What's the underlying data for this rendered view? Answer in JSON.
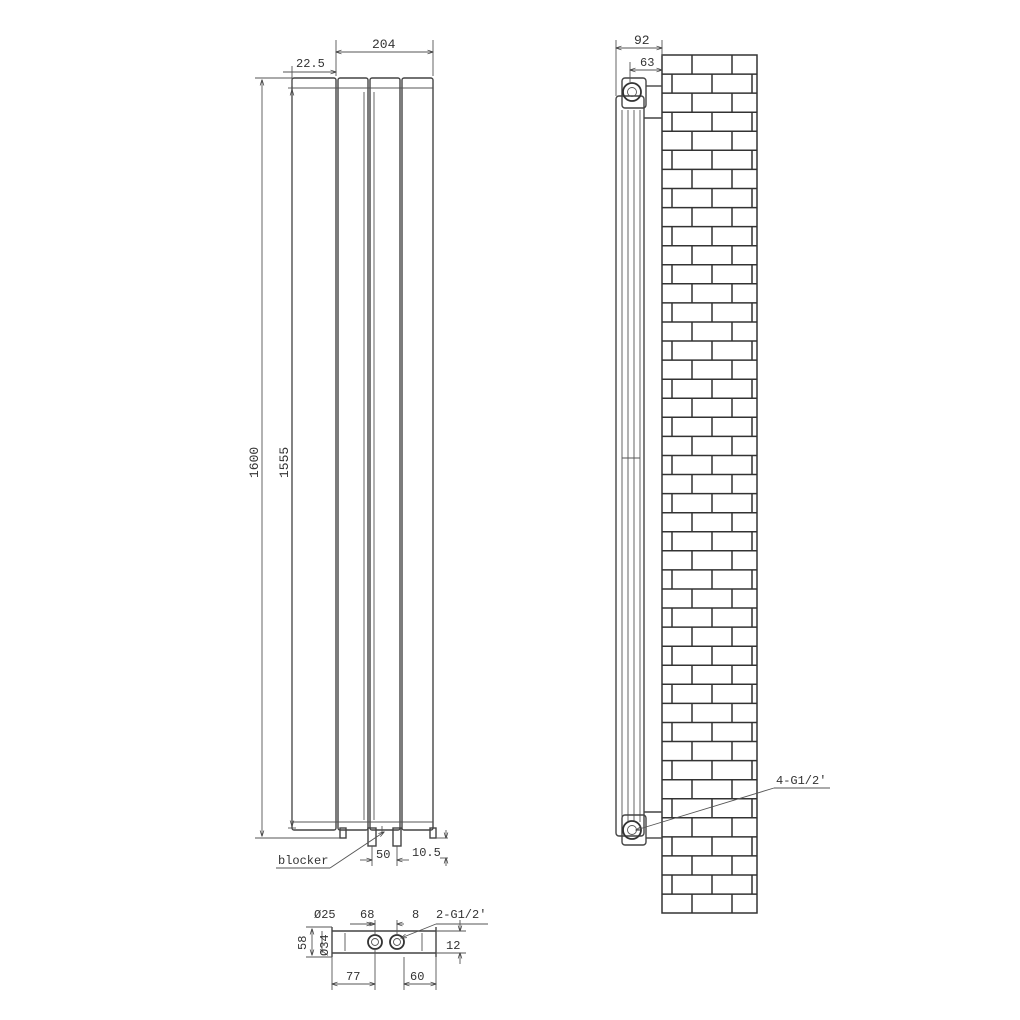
{
  "front_view": {
    "dim_width": "204",
    "dim_edge": "22.5",
    "dim_height": "1600",
    "dim_inner_height": "1555",
    "dim_pipe_spacing": "50",
    "dim_offset": "10.5",
    "label_blocker": "blocker"
  },
  "side_view": {
    "dim_depth": "92",
    "dim_bracket": "63",
    "label_connection": "4-G1/2'"
  },
  "bottom_detail": {
    "dim_diameter": "Ø25",
    "dim_pipe_distance": "68",
    "dim_gap": "8",
    "label_thread": "2-G1/2'",
    "dim_height": "58",
    "dim_diameter_small": "Ø34",
    "dim_offset": "12",
    "dim_left": "77",
    "dim_right": "60"
  },
  "colors": {
    "line": "#444444",
    "brick": "#333333",
    "background": "#ffffff"
  }
}
